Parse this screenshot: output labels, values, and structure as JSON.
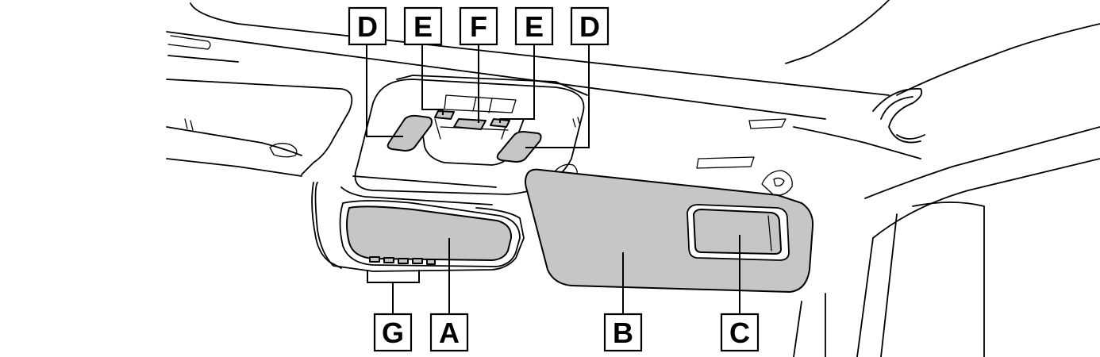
{
  "labels": {
    "A": "A",
    "B": "B",
    "C": "C",
    "D_left": "D",
    "D_right": "D",
    "E_left": "E",
    "E_right": "E",
    "F": "F",
    "G": "G"
  },
  "colors": {
    "highlight_fill": "#c6c6c6",
    "line": "#000000",
    "background": "#ffffff"
  }
}
